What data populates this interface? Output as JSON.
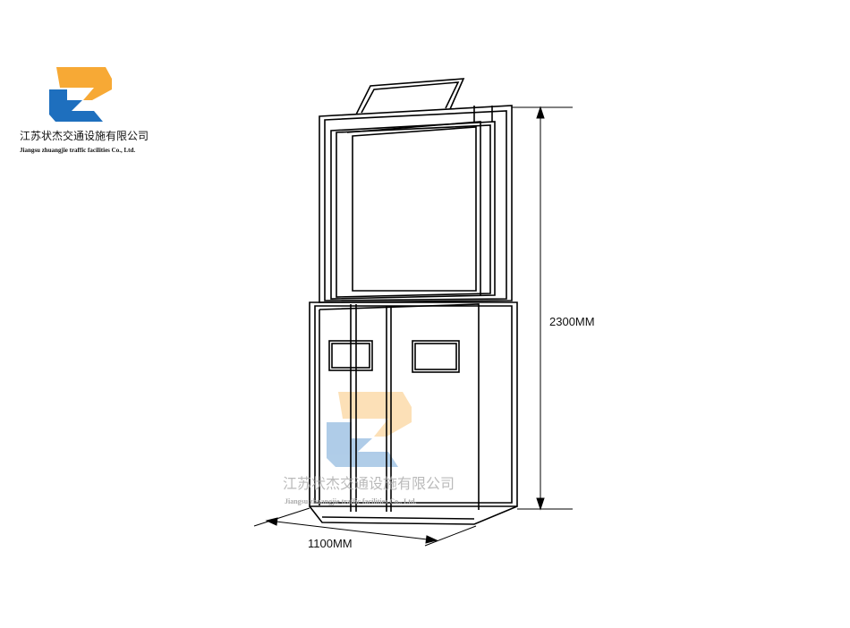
{
  "company": {
    "name_cn": "江苏状杰交通设施有限公司",
    "name_en": "Jiangsu zhuangjie traffic facilities Co., Ltd."
  },
  "dimensions": {
    "height": "2300MM",
    "width": "1100MM"
  },
  "colors": {
    "logo_orange": "#f7a935",
    "logo_blue": "#1e6fbe",
    "line": "#000000"
  }
}
